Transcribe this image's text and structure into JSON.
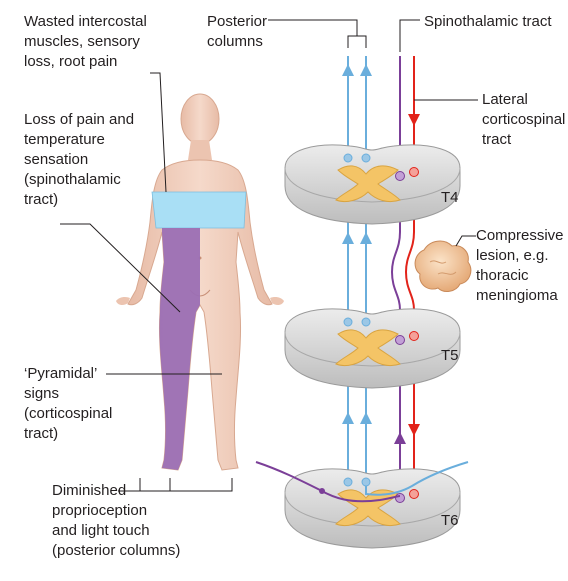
{
  "labels": {
    "wasted_intercostal": [
      "Wasted intercostal",
      "muscles, sensory",
      "loss, root pain"
    ],
    "loss_of_pain": [
      "Loss of pain and",
      "temperature",
      "sensation",
      "(spinothalamic",
      "tract)"
    ],
    "pyramidal_signs": [
      "‘Pyramidal’",
      "signs",
      "(corticospinal",
      "tract)"
    ],
    "diminished_proprioception": [
      "Diminished",
      "proprioception",
      "and light touch",
      "(posterior columns)"
    ],
    "posterior_columns": [
      "Posterior",
      "columns"
    ],
    "spinothalamic_tract": [
      "Spinothalamic tract"
    ],
    "lateral_corticospinal": [
      "Lateral",
      "corticospinal",
      "tract"
    ],
    "compressive_lesion": [
      "Compressive",
      "lesion, e.g.",
      "thoracic",
      "meningioma"
    ],
    "level_t4": "T4",
    "level_t5": "T5",
    "level_t6": "T6"
  },
  "colors": {
    "posterior_column_tract": "#6aaedc",
    "spinothalamic_tract": "#7b3f98",
    "corticospinal_tract": "#e2231a",
    "affected_leg": "#9b6fb4",
    "sensory_band": "#a9dff5",
    "body_skin": "#efcbb8",
    "cord_grey": "#d9d9d9",
    "grey_matter": "#f4c466",
    "lesion": "#f2c79c"
  }
}
